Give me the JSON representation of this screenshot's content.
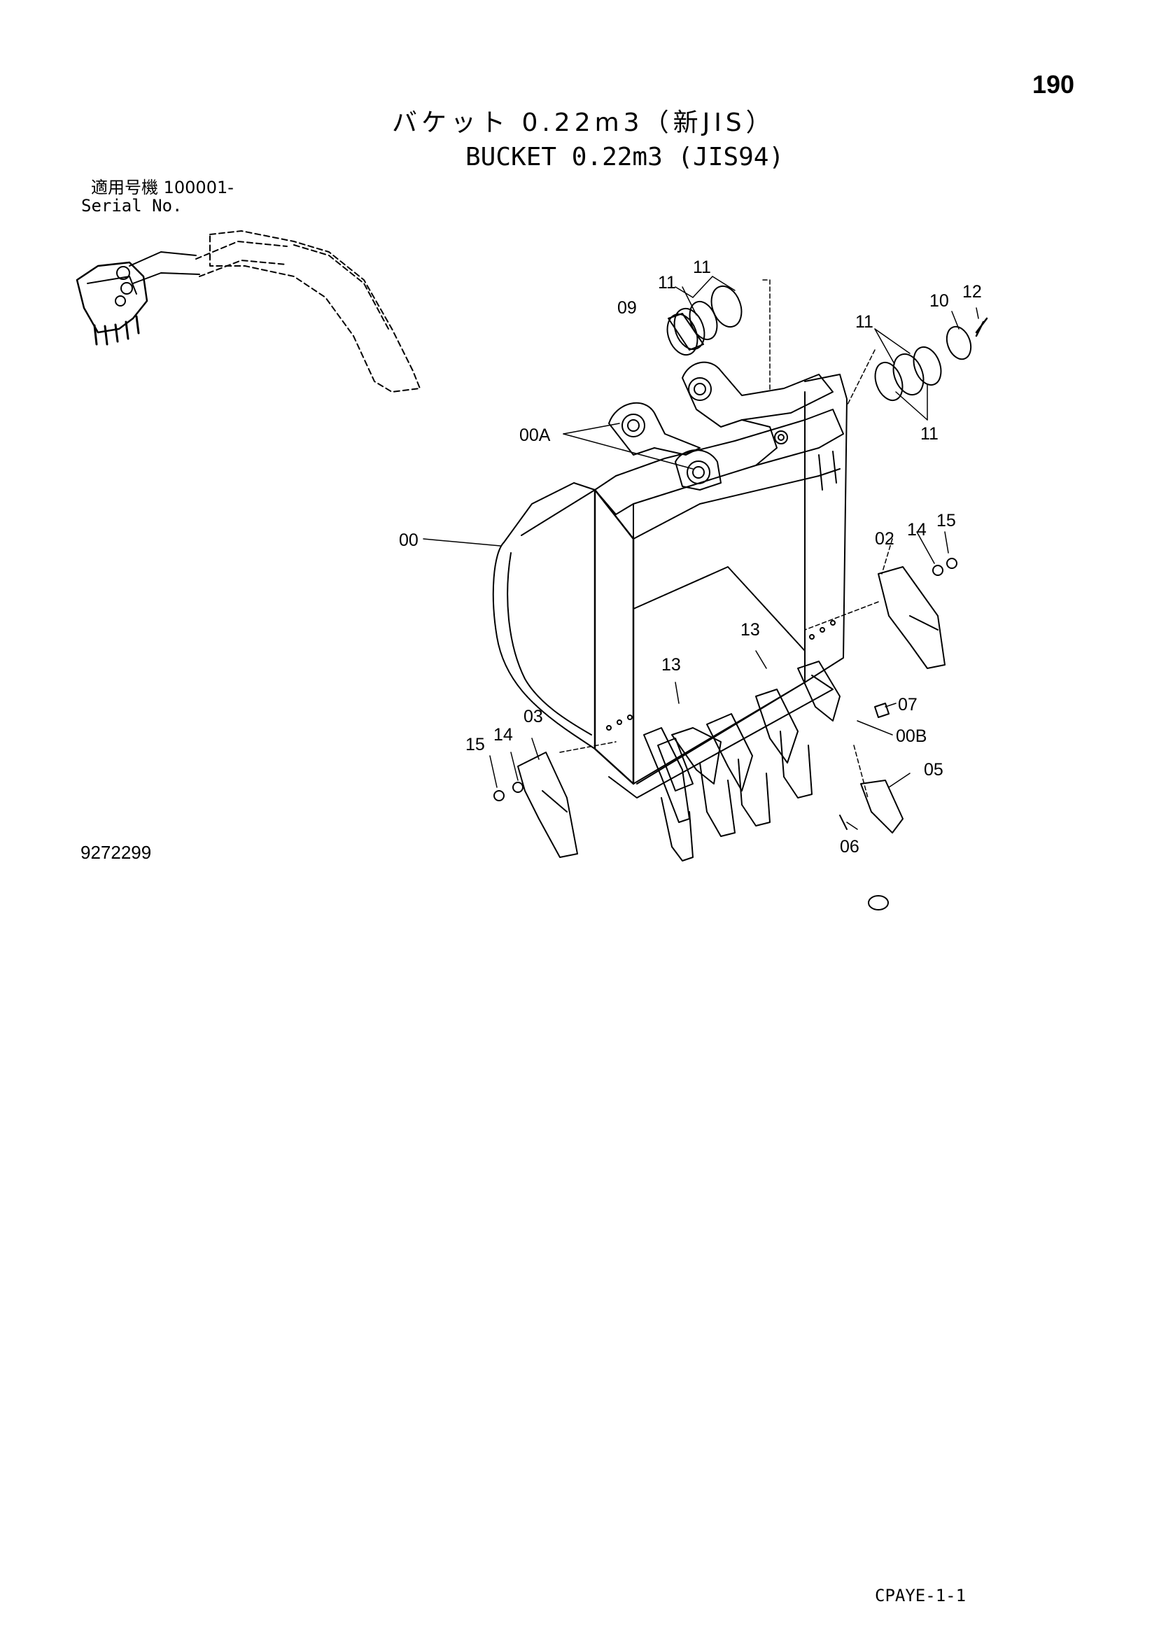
{
  "page_number": "190",
  "title_jp": "バケット 0.22m3（新JIS）",
  "title_en": "BUCKET 0.22m3 (JIS94)",
  "serial_label_jp": "適用号機  100001-",
  "serial_label_en": "Serial No.",
  "figure_code": "9272299",
  "document_code": "CPAYE-1-1",
  "callouts": {
    "c11a": "11",
    "c11b": "11",
    "c09": "09",
    "c10": "10",
    "c12": "12",
    "c11c": "11",
    "c11d": "11",
    "c00a": "00A",
    "c00": "00",
    "c02": "02",
    "c14a": "14",
    "c15a": "15",
    "c13a": "13",
    "c13b": "13",
    "c07": "07",
    "c00b": "00B",
    "c03": "03",
    "c14b": "14",
    "c15b": "15",
    "c05": "05",
    "c06": "06"
  }
}
